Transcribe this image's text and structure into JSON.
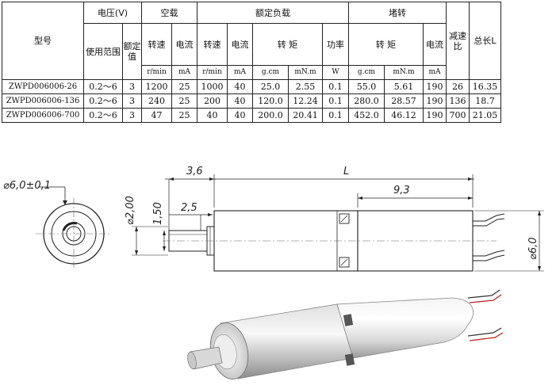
{
  "table": {
    "col_model": "型号",
    "col_voltage": "电压(V)",
    "col_noload": "空载",
    "col_rated": "额定负载",
    "col_stall": "堵转",
    "col_ratio": "减速比",
    "col_length": "总长L",
    "sub_range": "使用范围",
    "sub_rated_value": "额定值",
    "sub_speed": "转速",
    "sub_current": "电流",
    "sub_torque": "转 矩",
    "sub_power": "功率",
    "units": {
      "speed": "r/min",
      "current": "mA",
      "torque_gcm": "g.cm",
      "torque_mNm": "mN.m",
      "power": "W"
    },
    "rows": [
      {
        "model": "ZWPD006006-26",
        "range": "0.2～6",
        "rated_v": "3",
        "nl_speed": "1200",
        "nl_current": "25",
        "rl_speed": "1000",
        "rl_current": "40",
        "rl_gcm": "25.0",
        "rl_mNm": "2.55",
        "rl_power": "0.1",
        "st_gcm": "55.0",
        "st_mNm": "5.61",
        "st_current": "190",
        "ratio": "26",
        "length": "16.35"
      },
      {
        "model": "ZWPD006006-136",
        "range": "0.2～6",
        "rated_v": "3",
        "nl_speed": "240",
        "nl_current": "25",
        "rl_speed": "200",
        "rl_current": "40",
        "rl_gcm": "120.0",
        "rl_mNm": "12.24",
        "rl_power": "0.1",
        "st_gcm": "280.0",
        "st_mNm": "28.57",
        "st_current": "190",
        "ratio": "136",
        "length": "18.7"
      },
      {
        "model": "ZWPD006006-700",
        "range": "0.2～6",
        "rated_v": "3",
        "nl_speed": "47",
        "nl_current": "25",
        "rl_speed": "40",
        "rl_current": "40",
        "rl_gcm": "200.0",
        "rl_mNm": "20.41",
        "rl_power": "0.1",
        "st_gcm": "452.0",
        "st_mNm": "46.12",
        "st_current": "190",
        "ratio": "700",
        "length": "21.05"
      }
    ]
  },
  "drawing": {
    "dim_diameter_tol": "⌀6,0±0,1",
    "dim_36": "3,6",
    "dim_L": "L",
    "dim_93": "9,3",
    "dim_25": "2,5",
    "dim_200": "⌀2,00",
    "dim_150": "1,50",
    "dim_60": "⌀6,0"
  }
}
